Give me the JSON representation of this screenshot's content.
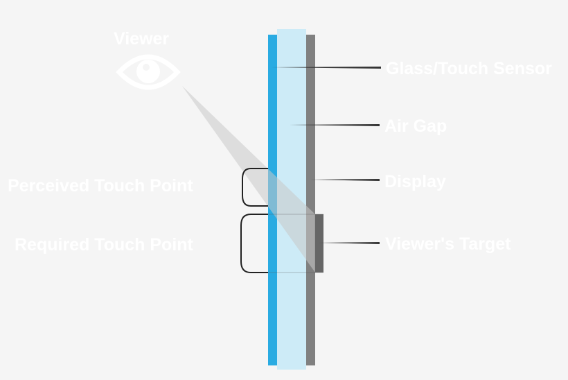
{
  "diagram": {
    "title": "Touch screen parallax diagram",
    "viewer_label": "Viewer",
    "viewer_icon": "eye-icon",
    "left_labels": {
      "perceived": "Perceived Touch Point",
      "required": "Required Touch Point"
    },
    "right_labels": {
      "glass": "Glass/Touch Sensor",
      "air_gap": "Air Gap",
      "display": "Display",
      "target": "Viewer's Target"
    },
    "colors": {
      "background": "#f5f5f5",
      "glass": "#29abe2",
      "air_gap": "#cdebf7",
      "display": "#808080",
      "target": "#666666",
      "sight_cone": "#d9d9d9",
      "label_text": "#ffffff",
      "leader_line": "#333333",
      "bracket": "#222222"
    }
  }
}
